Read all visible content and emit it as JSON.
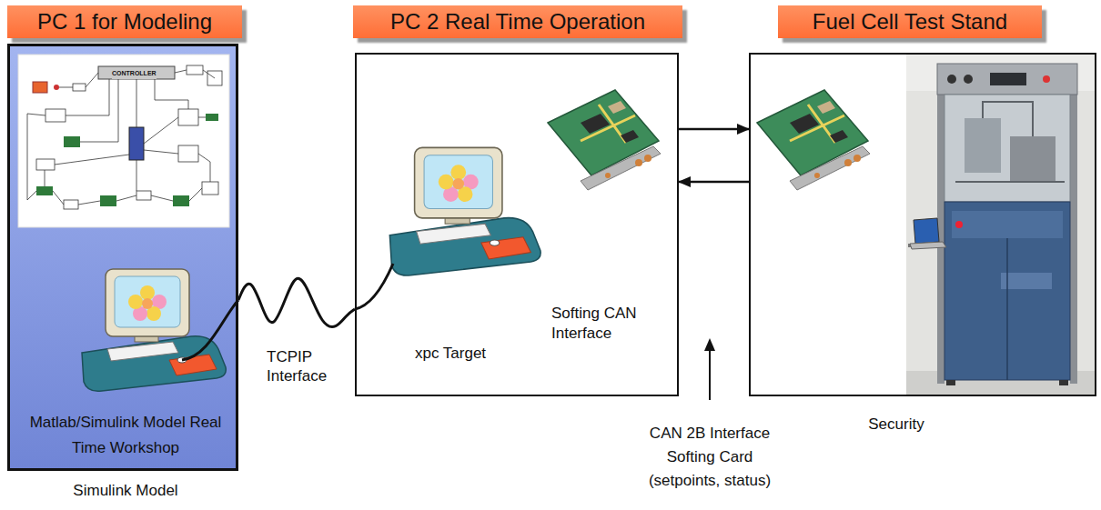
{
  "diagram": {
    "nodes": [
      {
        "text": [
          "PC 1 for Modeling"
        ]
      },
      {
        "text": [
          "PC 2 Real Time Operation"
        ]
      },
      {
        "text": [
          "Fuel Cell Test Stand"
        ]
      },
      {
        "text": [
          "Matlab/Simulink Model Real Time Workshop",
          "Simulink Model"
        ]
      },
      {
        "text": [
          "xpc Target",
          "Softing CAN Interface"
        ]
      },
      {
        "text": [
          "Security"
        ]
      }
    ],
    "edges": [
      {
        "from": 3,
        "to": 4,
        "arrow": "none",
        "label": "TCPIP Interface"
      },
      {
        "from": 4,
        "to": 5,
        "arrow": "to"
      },
      {
        "from": 5,
        "to": 4,
        "arrow": "to"
      }
    ],
    "labels": [
      "CONTROLLER",
      "CAN 2B Interface Softing Card (setpoints, status)"
    ]
  }
}
